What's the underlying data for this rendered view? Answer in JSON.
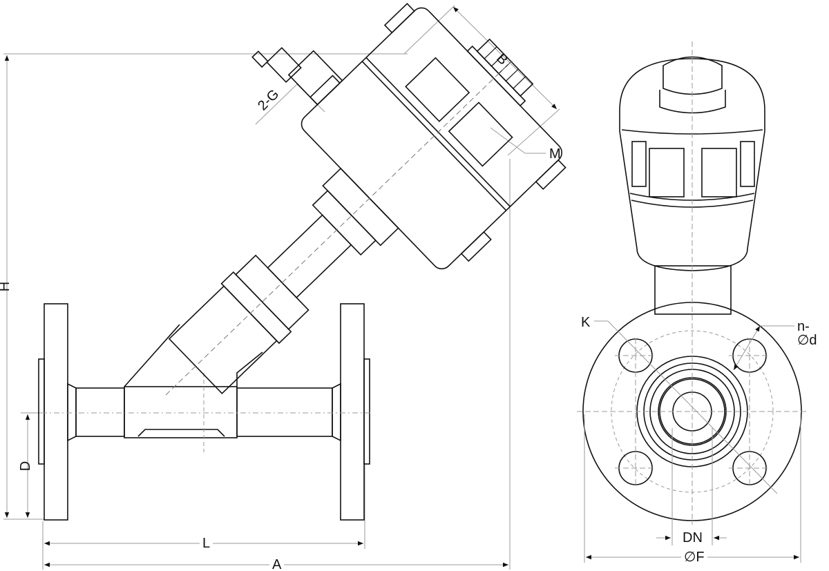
{
  "labels": {
    "B": "B",
    "two_g": "2-G",
    "M": "M",
    "H": "H",
    "D": "D",
    "L": "L",
    "A": "A",
    "K": "K",
    "n_d": "n-∅d",
    "DN": "DN",
    "F": "∅F"
  },
  "colors": {
    "line": "#111111",
    "dim": "#999999"
  }
}
